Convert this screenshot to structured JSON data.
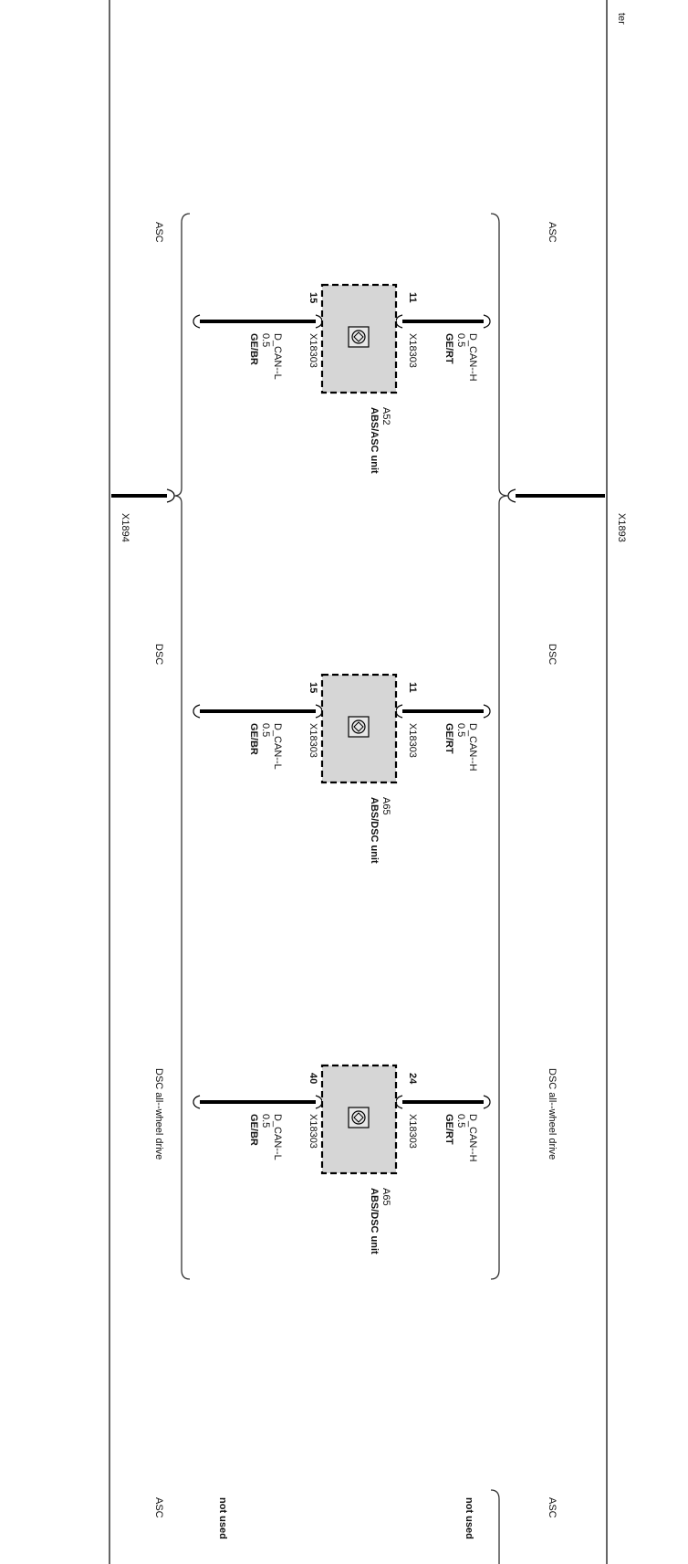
{
  "header_fragment": "ter",
  "splice_connectors": {
    "left": "X1894",
    "right": "X1893"
  },
  "variants": [
    {
      "variant_left": "ASC",
      "variant_right": "ASC",
      "module_code": "A52",
      "module_name": "ABS/ASC unit",
      "connector": "X18303",
      "high": {
        "pin": "11",
        "signal": "D_CAN--H",
        "size": "0.5",
        "color": "GE/RT"
      },
      "low": {
        "pin": "15",
        "signal": "D_CAN--L",
        "size": "0.5",
        "color": "GE/BR"
      }
    },
    {
      "variant_left": "DSC",
      "variant_right": "DSC",
      "module_code": "A65",
      "module_name": "ABS/DSC unit",
      "connector": "X18303",
      "high": {
        "pin": "11",
        "signal": "D_CAN--H",
        "size": "0.5",
        "color": "GE/RT"
      },
      "low": {
        "pin": "15",
        "signal": "D_CAN--L",
        "size": "0.5",
        "color": "GE/BR"
      }
    },
    {
      "variant_left": "DSC all--wheel drive",
      "variant_right": "DSC all--wheel drive",
      "module_code": "A65",
      "module_name": "ABS/DSC unit",
      "connector": "X18303",
      "high": {
        "pin": "24",
        "signal": "D_CAN--H",
        "size": "0.5",
        "color": "GE/RT"
      },
      "low": {
        "pin": "40",
        "signal": "D_CAN--L",
        "size": "0.5",
        "color": "GE/BR"
      }
    }
  ],
  "footer": {
    "variant_left": "ASC",
    "not_used_left": "not used",
    "variant_right": "ASC",
    "not_used_right": "not used"
  }
}
